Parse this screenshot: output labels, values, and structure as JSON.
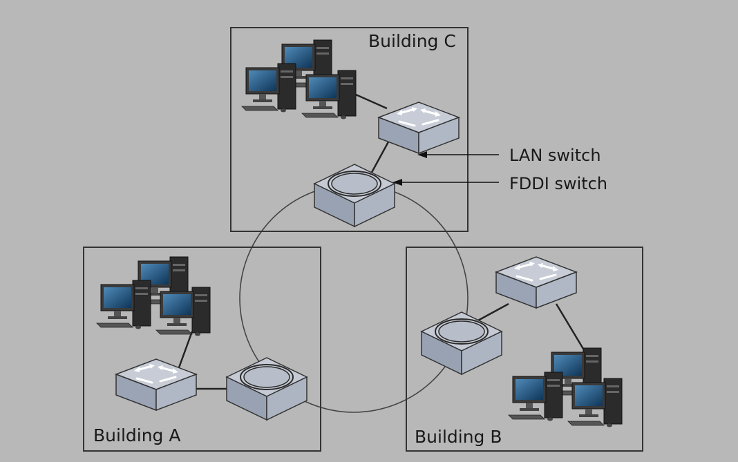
{
  "diagram": {
    "buildings": [
      {
        "id": "c",
        "label": "Building C"
      },
      {
        "id": "a",
        "label": "Building A"
      },
      {
        "id": "b",
        "label": "Building B"
      }
    ],
    "callouts": {
      "lan_switch": "LAN switch",
      "fddi_switch": "FDDI switch"
    },
    "colors": {
      "background": "#b8b8b8",
      "box_stroke": "#333333",
      "device_top": "#c5cad4",
      "device_side": "#98a2b2",
      "monitor_screen": "#1c4e78"
    }
  }
}
